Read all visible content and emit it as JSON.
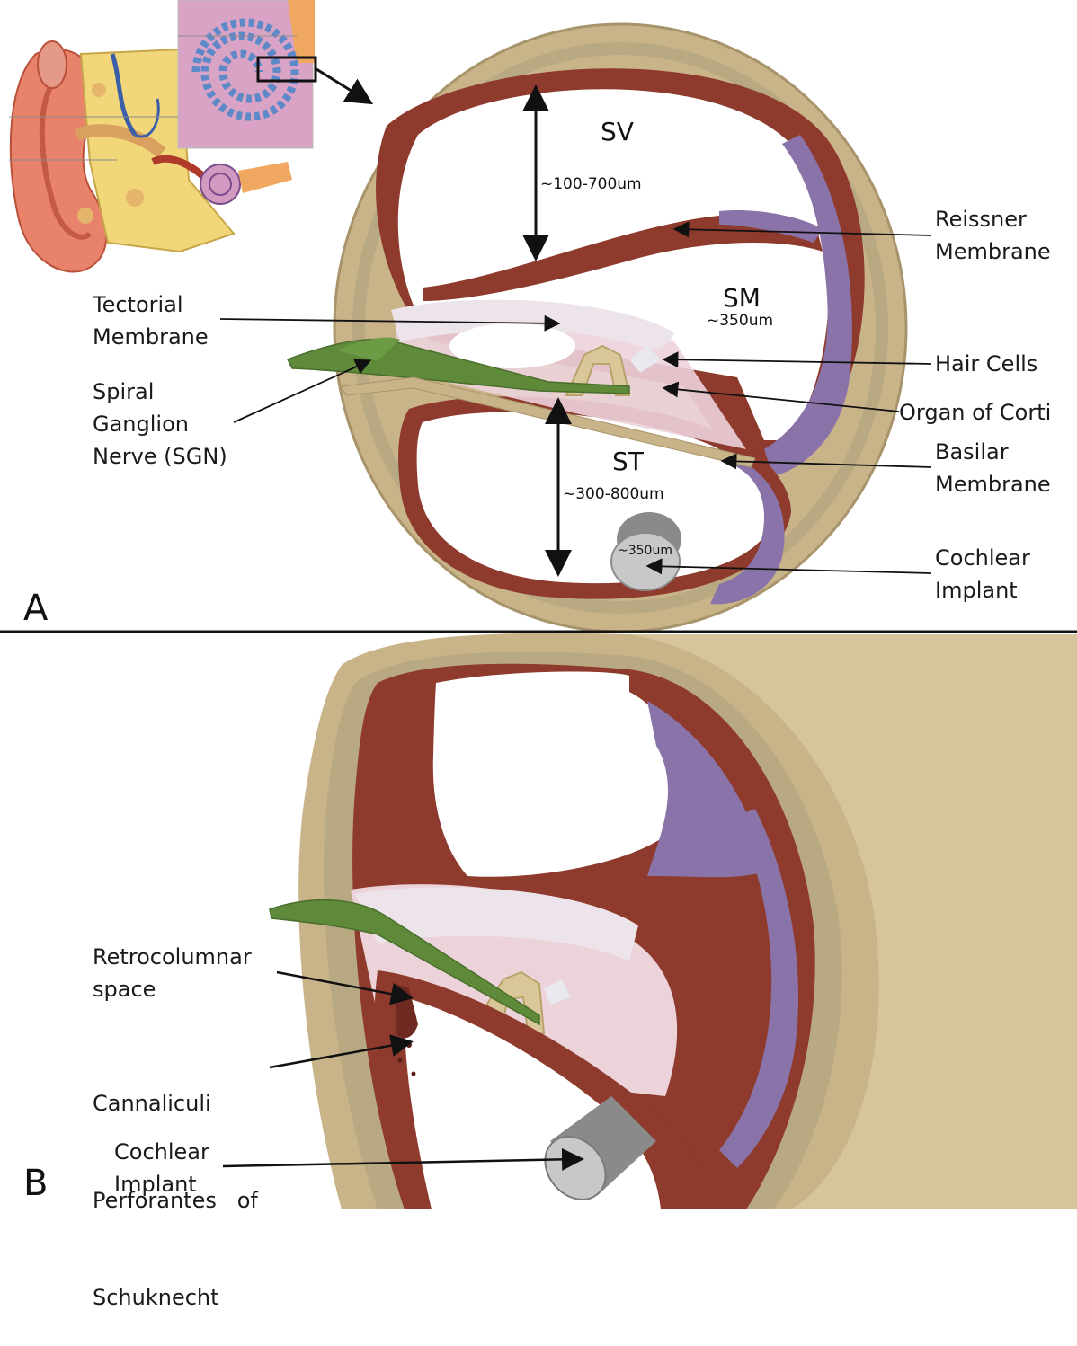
{
  "panels": {
    "a": "A",
    "b": "B"
  },
  "regions": {
    "sv": "SV",
    "sm": "SM",
    "st": "ST"
  },
  "measurements": {
    "sv": "~100-700um",
    "sm": "~350um",
    "st": "~300-800um",
    "implant": "~350um"
  },
  "labels_a": {
    "tectorial": [
      "Tectorial",
      "Membrane"
    ],
    "sgn": [
      "Spiral",
      "Ganglion",
      "Nerve (SGN)"
    ],
    "reissner": [
      "Reissner",
      "Membrane"
    ],
    "hair_cells": "Hair Cells",
    "corti": "Organ of Corti",
    "basilar": [
      "Basilar",
      "Membrane"
    ],
    "implant": [
      "Cochlear",
      "Implant"
    ]
  },
  "labels_b": {
    "retro": [
      "Retrocolumnar",
      "space"
    ],
    "cannaliculi": [
      "Cannaliculi",
      "Perforantes   of",
      "Schuknecht"
    ],
    "implant": [
      "Cochlear",
      "Implant"
    ]
  },
  "colors": {
    "bone": "#c9b48a",
    "bone_inner": "#b8a983",
    "wall": "#8e3a2c",
    "wall_dark": "#6e2a20",
    "stria": "#8a73a8",
    "tectorial": "#ece4ea",
    "organ": "#ecd3da",
    "nerve": "#5f8a3a",
    "pillar": "#d9c79a",
    "implant": "#c8c8c8",
    "implant_dark": "#8a8a8a",
    "ear": "#e8826a",
    "cochlea_inset": "#c99ab9"
  }
}
